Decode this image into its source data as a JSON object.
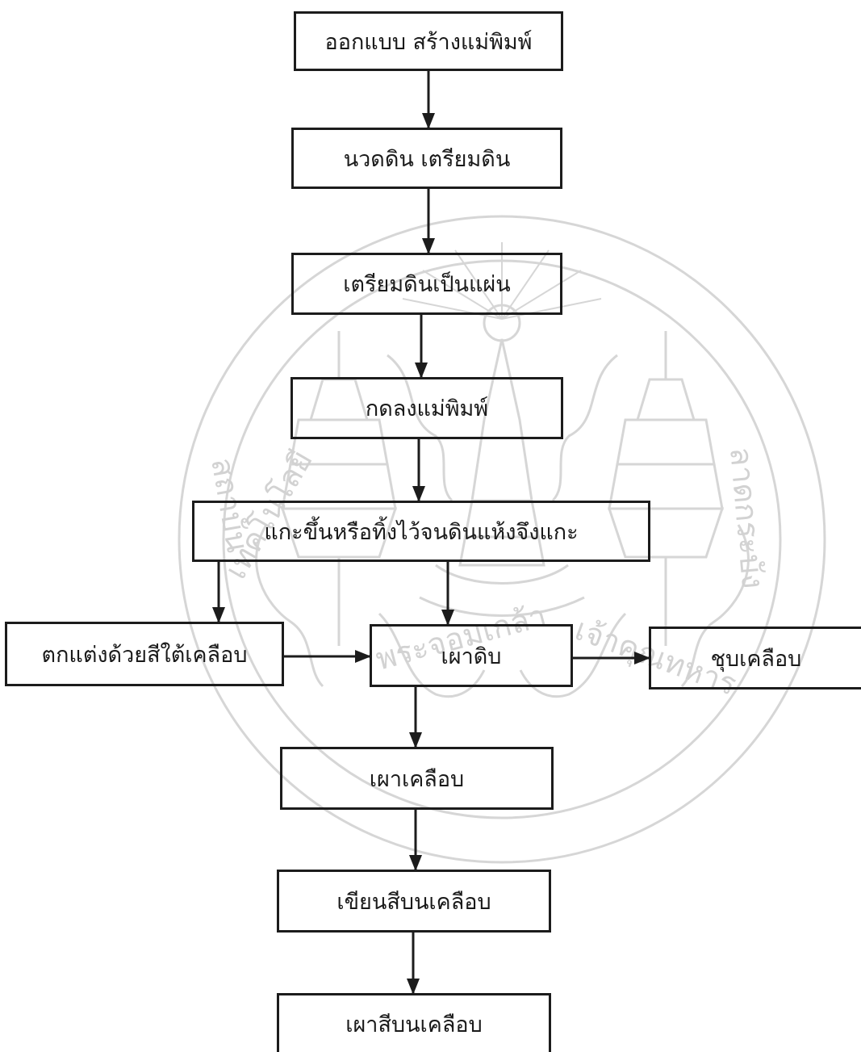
{
  "flowchart": {
    "steps": {
      "design": "ออกแบบ สร้างแม่พิมพ์",
      "knead": "นวดดิน เตรียมดิน",
      "sheet": "เตรียมดินเป็นแผ่น",
      "press": "กดลงแม่พิมพ์",
      "remove": "แกะขึ้นหรือทิ้งไว้จนดินแห้งจึงแกะ",
      "decorate": "ตกแต่งด้วยสีใต้เคลือบ",
      "bisque": "เผาดิบ",
      "dip": "ชุบเคลือบ",
      "glaze_fire": "เผาเคลือบ",
      "overglaze_paint": "เขียนสีบนเคลือบ",
      "overglaze_fire": "เผาสีบนเคลือบ"
    },
    "connections": [
      {
        "from": "design",
        "to": "knead"
      },
      {
        "from": "knead",
        "to": "sheet"
      },
      {
        "from": "sheet",
        "to": "press"
      },
      {
        "from": "press",
        "to": "remove"
      },
      {
        "from": "remove",
        "to": "decorate"
      },
      {
        "from": "remove",
        "to": "bisque"
      },
      {
        "from": "decorate",
        "to": "bisque"
      },
      {
        "from": "bisque",
        "to": "dip"
      },
      {
        "from": "bisque",
        "to": "glaze_fire"
      },
      {
        "from": "glaze_fire",
        "to": "overglaze_paint"
      },
      {
        "from": "overglaze_paint",
        "to": "overglaze_fire"
      }
    ],
    "colors": {
      "line": "#1c1c1c",
      "watermark": "#cfcfcf"
    }
  }
}
